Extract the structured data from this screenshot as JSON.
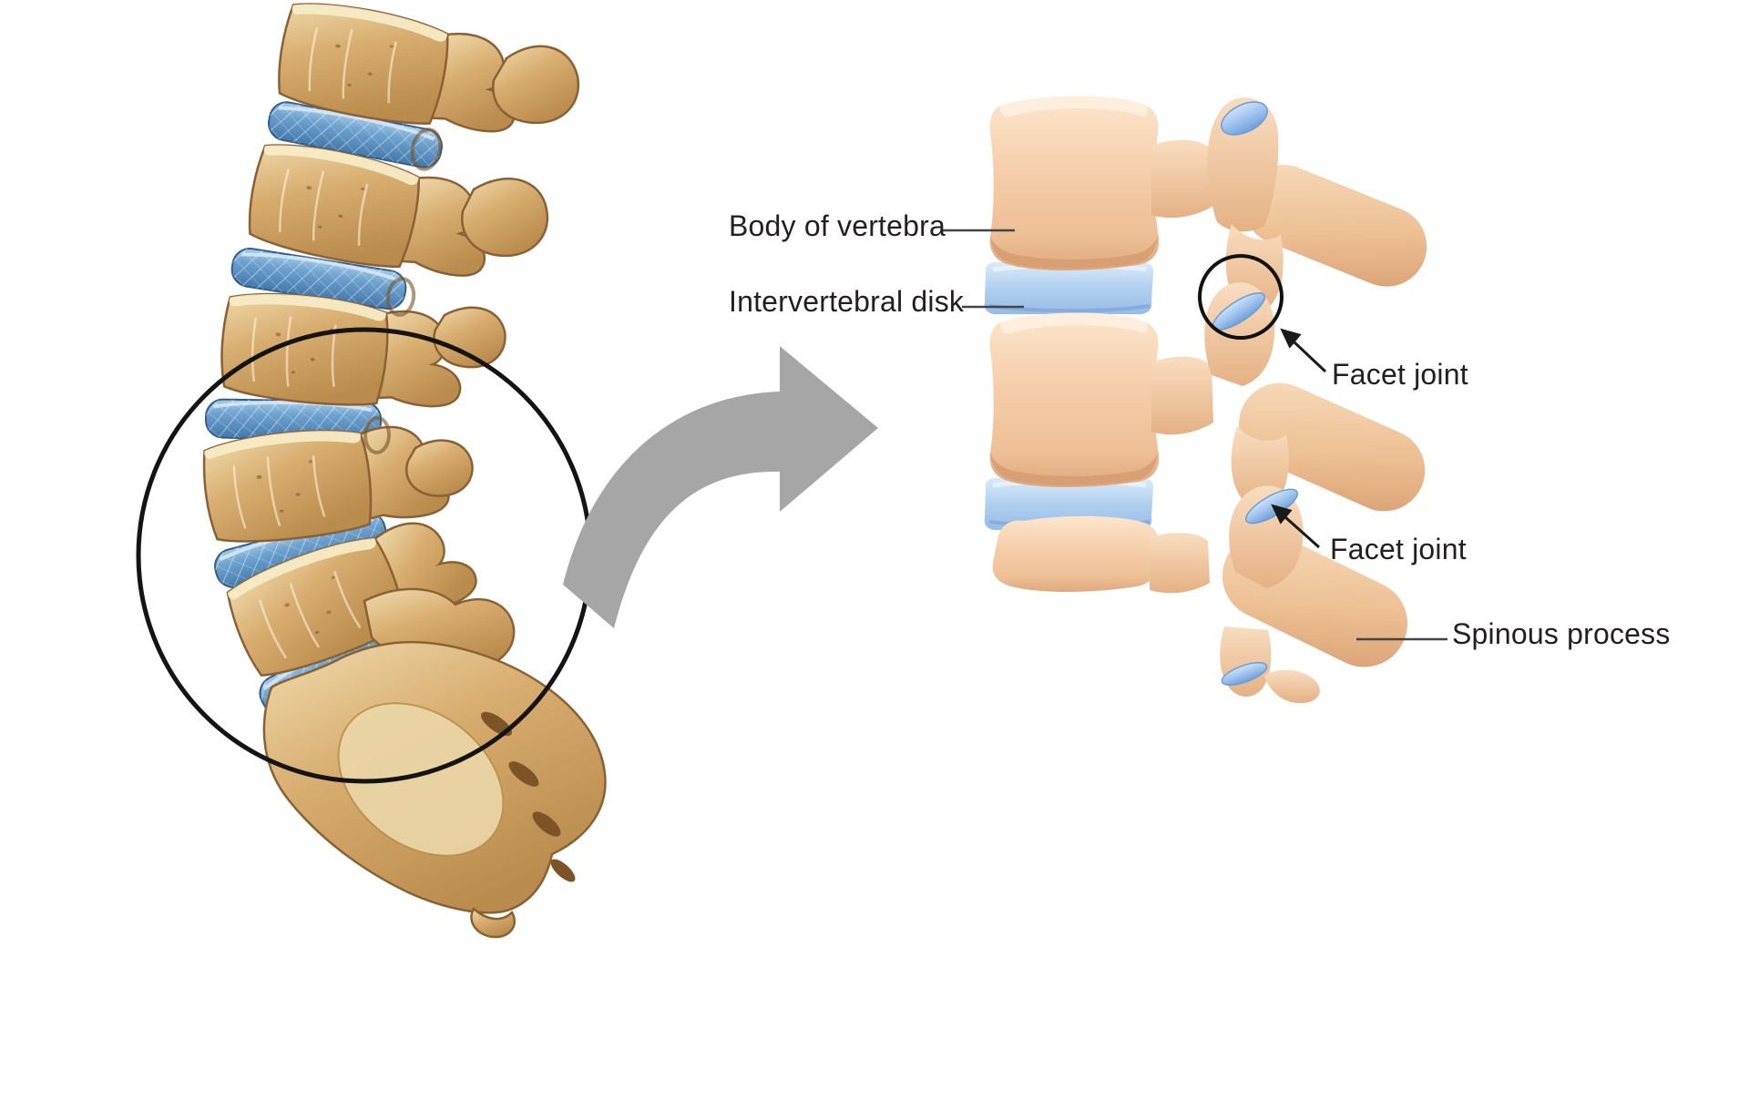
{
  "figure": {
    "background_color": "#ffffff",
    "ink_color": "#231f20",
    "annotations": [
      {
        "label": "Body of vertebra",
        "connector": "leader-line",
        "side": "left-of-detail"
      },
      {
        "label": "Intervertebral disk",
        "connector": "leader-line",
        "side": "left-of-detail"
      },
      {
        "label": "Facet joint",
        "connector": "arrow",
        "side": "right-of-detail"
      },
      {
        "label": "Facet joint",
        "connector": "arrow",
        "side": "right-of-detail"
      },
      {
        "label": "Spinous process",
        "connector": "leader-line",
        "side": "right-of-detail"
      }
    ],
    "icons": {
      "magnify_arrow": "thick-curved-right-arrow",
      "magnification_circle": "black-circle-outline",
      "detail_circle": "black-circle-outline",
      "facet_pointer": "solid-arrowhead-line"
    },
    "colors": {
      "bone_watercolor": "#d3a96c",
      "bone_watercolor_outline": "#8a6134",
      "bone_render": "#f2c8a2",
      "disk_blue_deep": "#5f97c8",
      "disk_blue_light": "#abccee",
      "facet_blue": "#8db6e8",
      "arrow_gray": "#a6a6a6",
      "annotation_line": "#444444"
    }
  }
}
